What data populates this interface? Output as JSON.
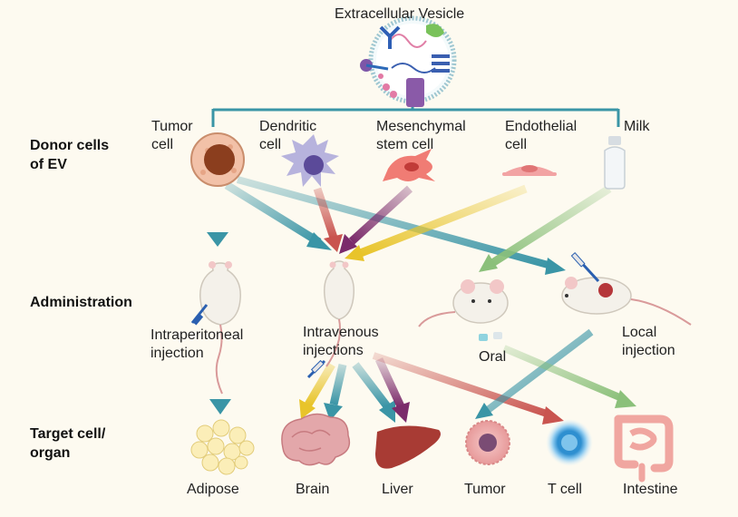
{
  "title": "Extracellular Vesicle",
  "row_labels": {
    "donor": "Donor cells\nof EV",
    "administration": "Administration",
    "target": "Target cell/\norgan"
  },
  "donors": {
    "tumor": "Tumor\ncell",
    "dendritic": "Dendritic\ncell",
    "mesenchymal": "Mesenchymal\nstem cell",
    "endothelial": "Endothelial\ncell",
    "milk": "Milk"
  },
  "administration": {
    "intraperitoneal": "Intraperitoneal\ninjection",
    "intravenous": "Intravenous\ninjections",
    "oral": "Oral",
    "local": "Local\ninjection"
  },
  "targets": {
    "adipose": "Adipose",
    "brain": "Brain",
    "liver": "Liver",
    "tumor": "Tumor",
    "tcell": "T cell",
    "intestine": "Intestine"
  },
  "colors": {
    "teal": "#3a95a6",
    "red": "#c9544f",
    "purple": "#7b2b6b",
    "yellow": "#e8c42a",
    "green": "#8bc07a"
  }
}
